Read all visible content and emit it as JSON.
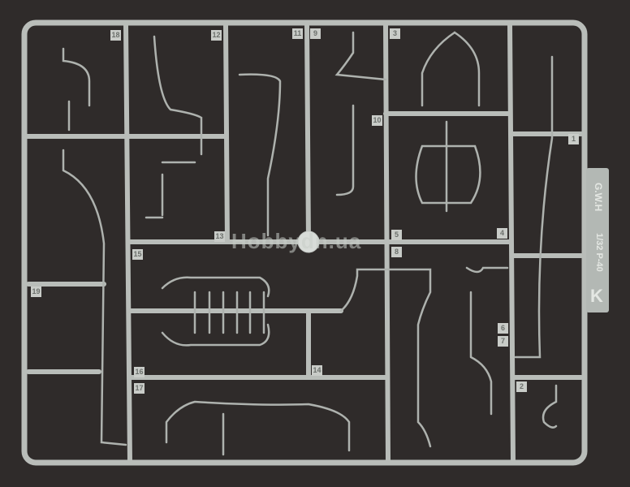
{
  "sprue": {
    "brand": "G.W.H",
    "scale_model": "1/32 P-40",
    "letter": "K",
    "part_numbers": [
      "18",
      "12",
      "11",
      "9",
      "3",
      "10",
      "1",
      "13",
      "15",
      "5",
      "8",
      "4",
      "19",
      "16",
      "17",
      "14",
      "6",
      "7",
      "2"
    ]
  },
  "watermark": "Hobbydn.ua",
  "colors": {
    "background": "#2f2b2a",
    "plastic": "#b8bcb8"
  }
}
